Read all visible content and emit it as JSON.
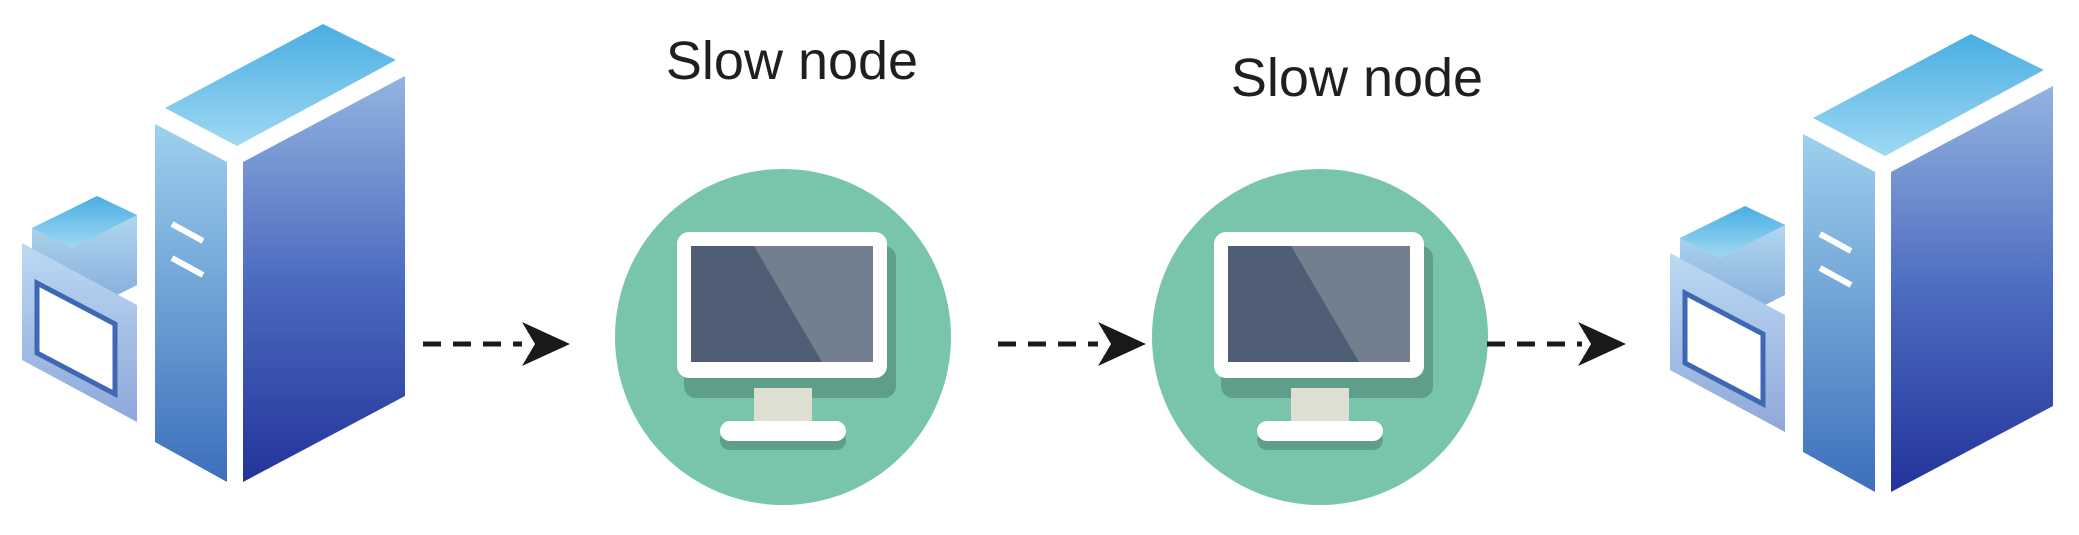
{
  "diagram": {
    "nodes": [
      {
        "id": "source-server",
        "icon": "server-icon",
        "label": ""
      },
      {
        "id": "slow-node-1",
        "icon": "computer-monitor-icon",
        "label": "Slow node"
      },
      {
        "id": "slow-node-2",
        "icon": "computer-monitor-icon",
        "label": "Slow node"
      },
      {
        "id": "destination-server",
        "icon": "server-icon",
        "label": ""
      }
    ],
    "edges": [
      {
        "from": "source-server",
        "to": "slow-node-1",
        "style": "dashed-arrow"
      },
      {
        "from": "slow-node-1",
        "to": "slow-node-2",
        "style": "dashed-arrow"
      },
      {
        "from": "slow-node-2",
        "to": "destination-server",
        "style": "dashed-arrow"
      }
    ],
    "colors": {
      "node_circle": "#78c4ad",
      "monitor_screen_dark": "#4f5e74",
      "monitor_screen_light": "#717f8e",
      "server_top": "#5bb7e8",
      "server_body_dark": "#27399a",
      "arrow": "#1a1a1a"
    }
  }
}
